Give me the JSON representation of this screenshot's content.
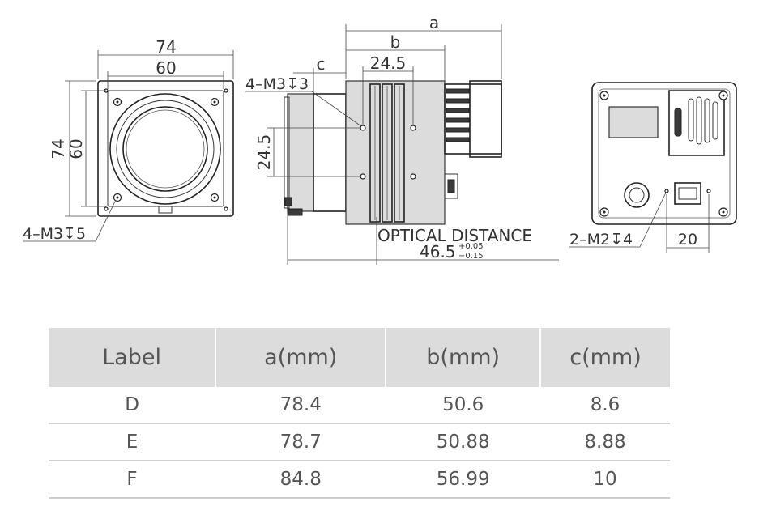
{
  "drawing": {
    "front_width_outer": "74",
    "front_width_inner": "60",
    "front_height_outer": "74",
    "front_height_inner": "60",
    "front_holes": "4–M3↧5",
    "side_dim_a": "a",
    "side_dim_b": "b",
    "side_dim_c": "c",
    "side_dim_spacing": "24.5",
    "side_dim_spacing_v": "24.5",
    "side_holes": "4–M3↧3",
    "optical_label": "OPTICAL DISTANCE",
    "optical_value": "46.5",
    "optical_tol_plus": "+0.05",
    "optical_tol_minus": "−0.15",
    "rear_holes": "2–M2↧4",
    "rear_dim": "20"
  },
  "table": {
    "headers": [
      "Label",
      "a(mm)",
      "b(mm)",
      "c(mm)"
    ],
    "rows": [
      [
        "D",
        "78.4",
        "50.6",
        "8.6"
      ],
      [
        "E",
        "78.7",
        "50.88",
        "8.88"
      ],
      [
        "F",
        "84.8",
        "56.99",
        "10"
      ]
    ]
  },
  "colors": {
    "header_bg": "#dcdcdc",
    "row_divider": "#cfcfcf",
    "text": "#555555"
  }
}
